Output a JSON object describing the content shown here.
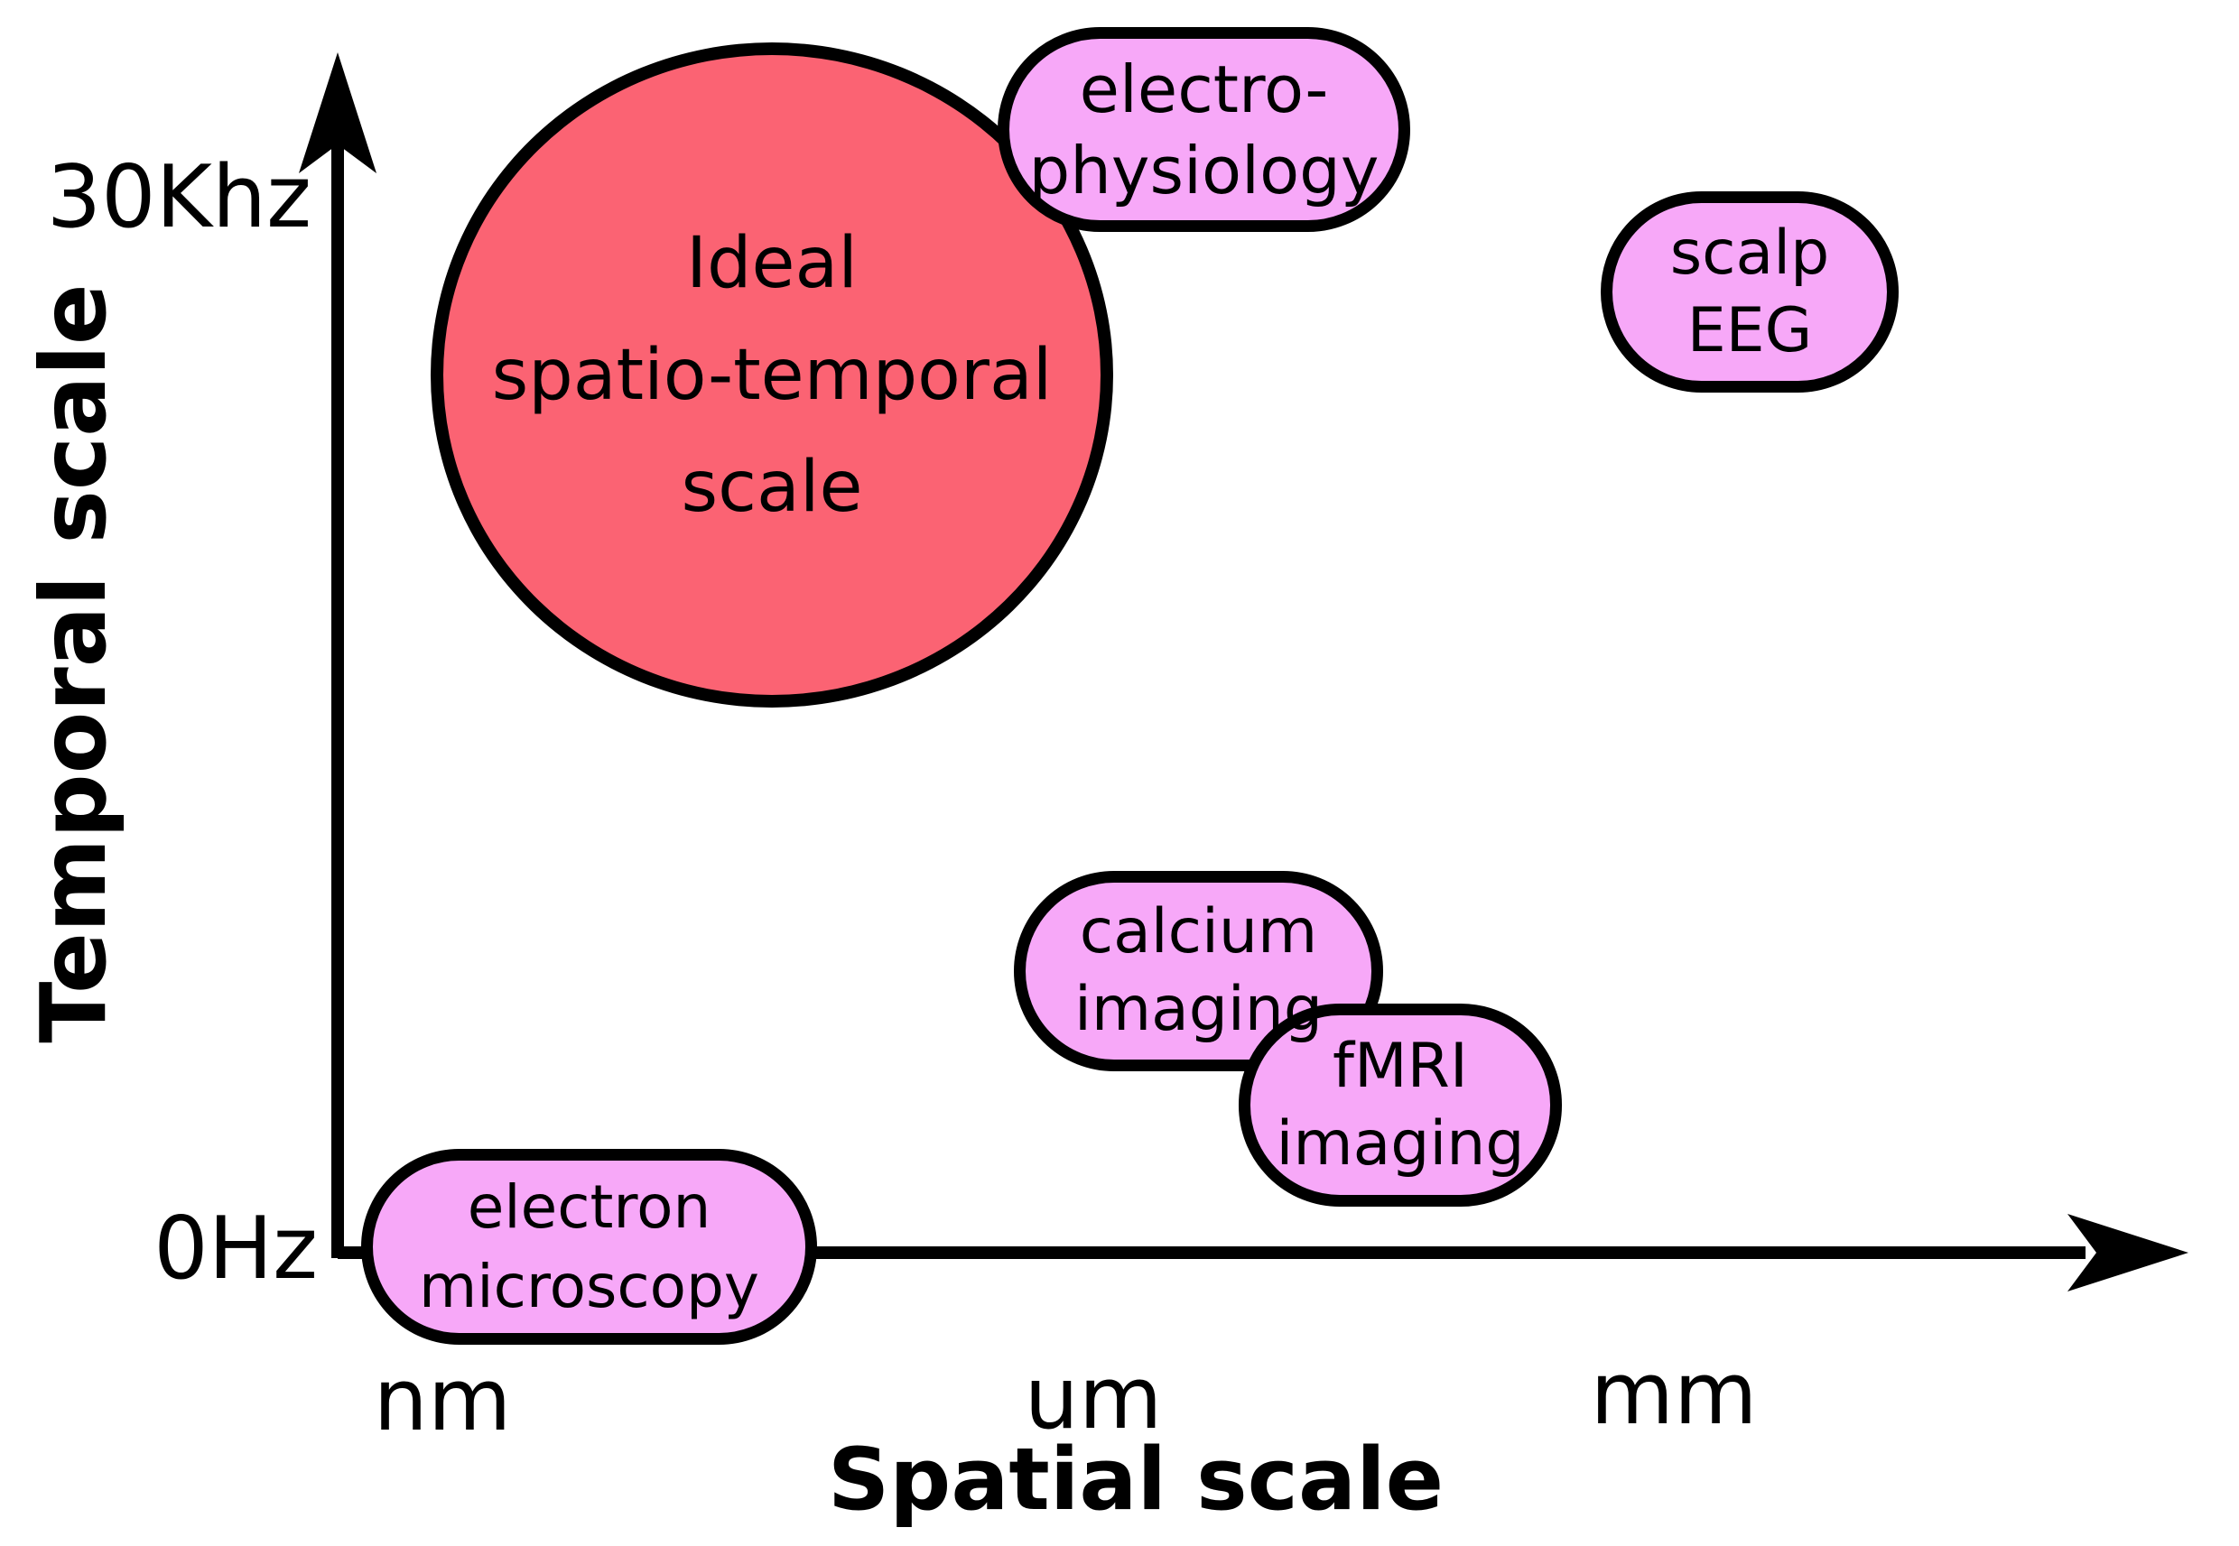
{
  "axes": {
    "y": {
      "title": "Temporal scale",
      "max_label": "30Khz",
      "min_label": "0Hz"
    },
    "x": {
      "title": "Spatial scale",
      "tick_labels": [
        "nm",
        "um",
        "mm"
      ]
    }
  },
  "ideal": {
    "line1": "Ideal",
    "line2": "spatio-temporal",
    "line3": "scale"
  },
  "methods": {
    "electrophysiology": {
      "line1": "electro-",
      "line2": "physiology"
    },
    "scalp_eeg": {
      "line1": "scalp",
      "line2": "EEG"
    },
    "calcium_imaging": {
      "line1": "calcium",
      "line2": "imaging"
    },
    "fmri_imaging": {
      "line1": "fMRI",
      "line2": "imaging"
    },
    "electron_microscopy": {
      "line1": "electron",
      "line2": "microscopy"
    }
  },
  "colors": {
    "ideal_fill": "#FB6373",
    "method_fill": "#F7A8F8",
    "stroke": "#000000"
  }
}
